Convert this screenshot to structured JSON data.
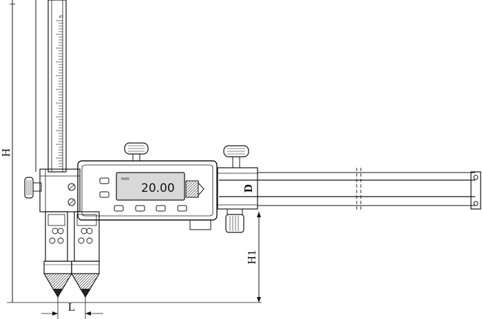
{
  "dimensions": {
    "height_label": "H",
    "lower_height_label": "H1",
    "span_label": "L",
    "bar_label": "D"
  },
  "display": {
    "reading": "20.00",
    "unit": "mm"
  },
  "scale": {
    "top_number": "5"
  },
  "colors": {
    "ink": "#111111",
    "screen": "#d8d8d8",
    "background": "#ffffff"
  }
}
